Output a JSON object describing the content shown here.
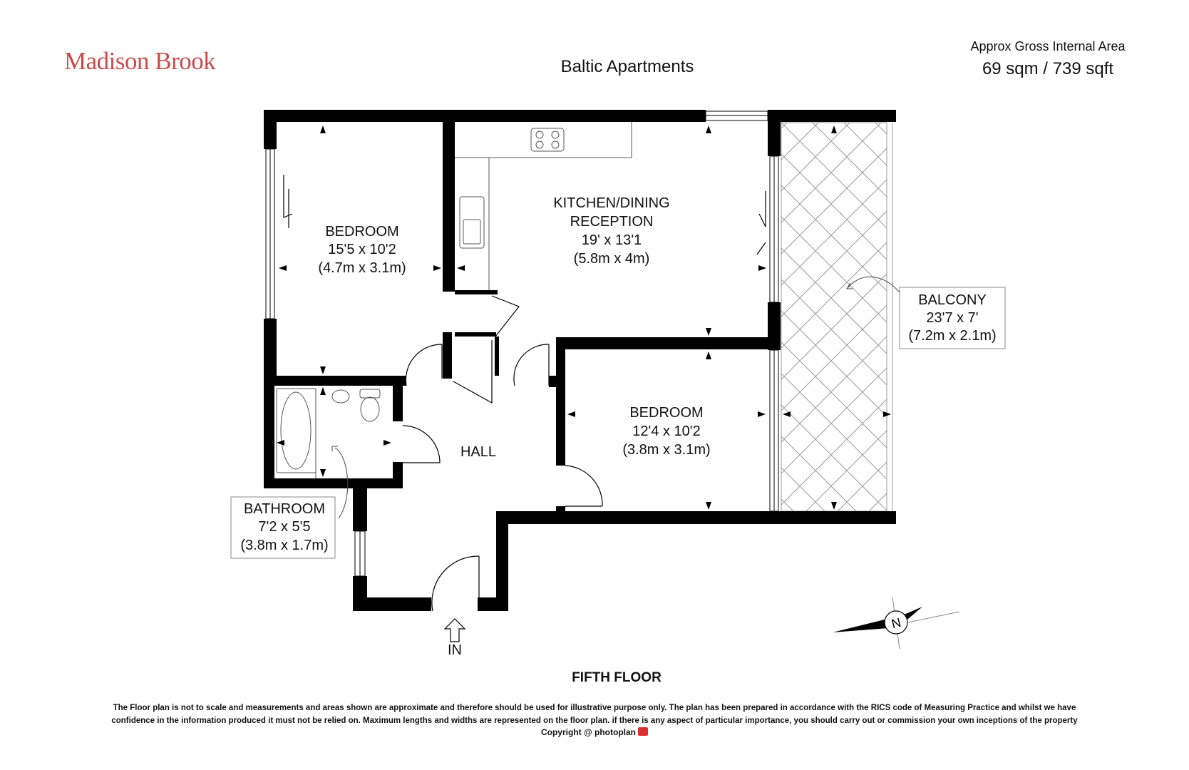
{
  "header": {
    "brand": "Madison Brook",
    "title": "Baltic Apartments",
    "area_label": "Approx Gross Internal Area",
    "area_value": "69 sqm / 739 sqft"
  },
  "rooms": {
    "bedroom1": {
      "name": "BEDROOM",
      "imperial": "15'5 x 10'2",
      "metric": "(4.7m x 3.1m)"
    },
    "kitchen": {
      "name_line1": "KITCHEN/DINING",
      "name_line2": "RECEPTION",
      "imperial": "19' x 13'1",
      "metric": "(5.8m x 4m)"
    },
    "balcony": {
      "name": "BALCONY",
      "imperial": "23'7 x 7'",
      "metric": "(7.2m x 2.1m)"
    },
    "bedroom2": {
      "name": "BEDROOM",
      "imperial": "12'4 x 10'2",
      "metric": "(3.8m x 3.1m)"
    },
    "bathroom": {
      "name": "BATHROOM",
      "imperial": "7'2 x 5'5",
      "metric": "(3.8m x 1.7m)"
    },
    "hall": {
      "name": "HALL"
    }
  },
  "entrance_label": "IN",
  "compass_label": "N",
  "floor_label": "FIFTH FLOOR",
  "disclaimer": {
    "line1": "The Floor plan is not to scale and measurements and areas shown are approximate and therefore should be used for illustrative purpose only. The plan has been prepared in accordance with the RICS code of Measuring Practice and whilst we have",
    "line2": "confidence in the information produced it must not be relied on. Maximum  lengths and widths are represented on the floor plan. if there is any aspect of particular importance, you should carry out or commission your own inceptions of the property"
  },
  "copyright": {
    "prefix": "Copyright @ ",
    "brand": "photoplan"
  },
  "colors": {
    "brand": "#c94b4b",
    "wall": "#000000",
    "photoplan_icon": "#d8312f"
  }
}
